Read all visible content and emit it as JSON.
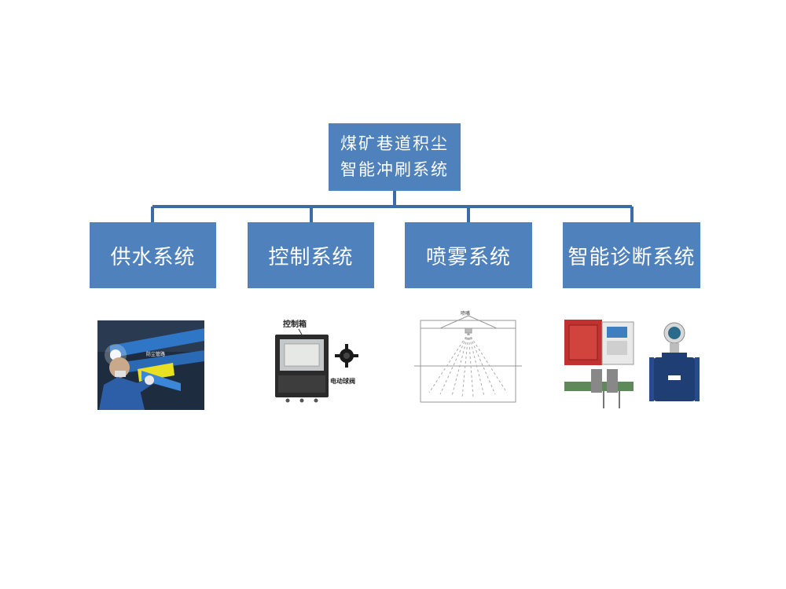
{
  "root": {
    "line1": "煤矿巷道积尘",
    "line2": "智能冲刷系统"
  },
  "children": [
    {
      "label": "供水系统"
    },
    {
      "label": "控制系统"
    },
    {
      "label": "喷雾系统"
    },
    {
      "label": "智能诊断系统"
    }
  ],
  "images": {
    "water_supply": {
      "tag": "防尘管路"
    },
    "control": {
      "box_label": "控制箱",
      "valve_label": "电动球阀"
    },
    "spray": {
      "nozzle_label": "喷嘴"
    }
  },
  "colors": {
    "box_fill": "#4f81bd",
    "connector": "#3b6ca6"
  }
}
